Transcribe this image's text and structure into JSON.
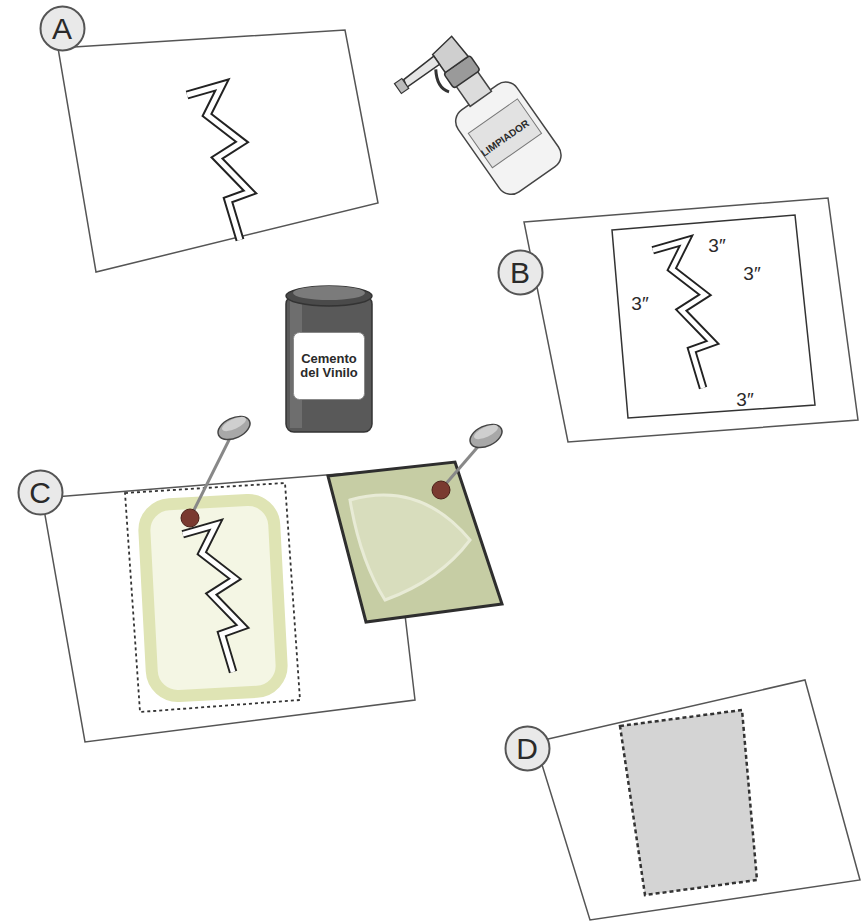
{
  "diagram": {
    "nodes": [
      {
        "text": [
          "A"
        ]
      },
      {
        "text": [
          "B"
        ]
      },
      {
        "text": [
          "Cemento del Vinilo"
        ]
      },
      {
        "text": [
          "C"
        ]
      },
      {
        "text": [
          "D"
        ]
      }
    ],
    "labels": [
      "LIMPIADOR",
      "3″",
      "3″",
      "3″",
      "3″"
    ]
  }
}
